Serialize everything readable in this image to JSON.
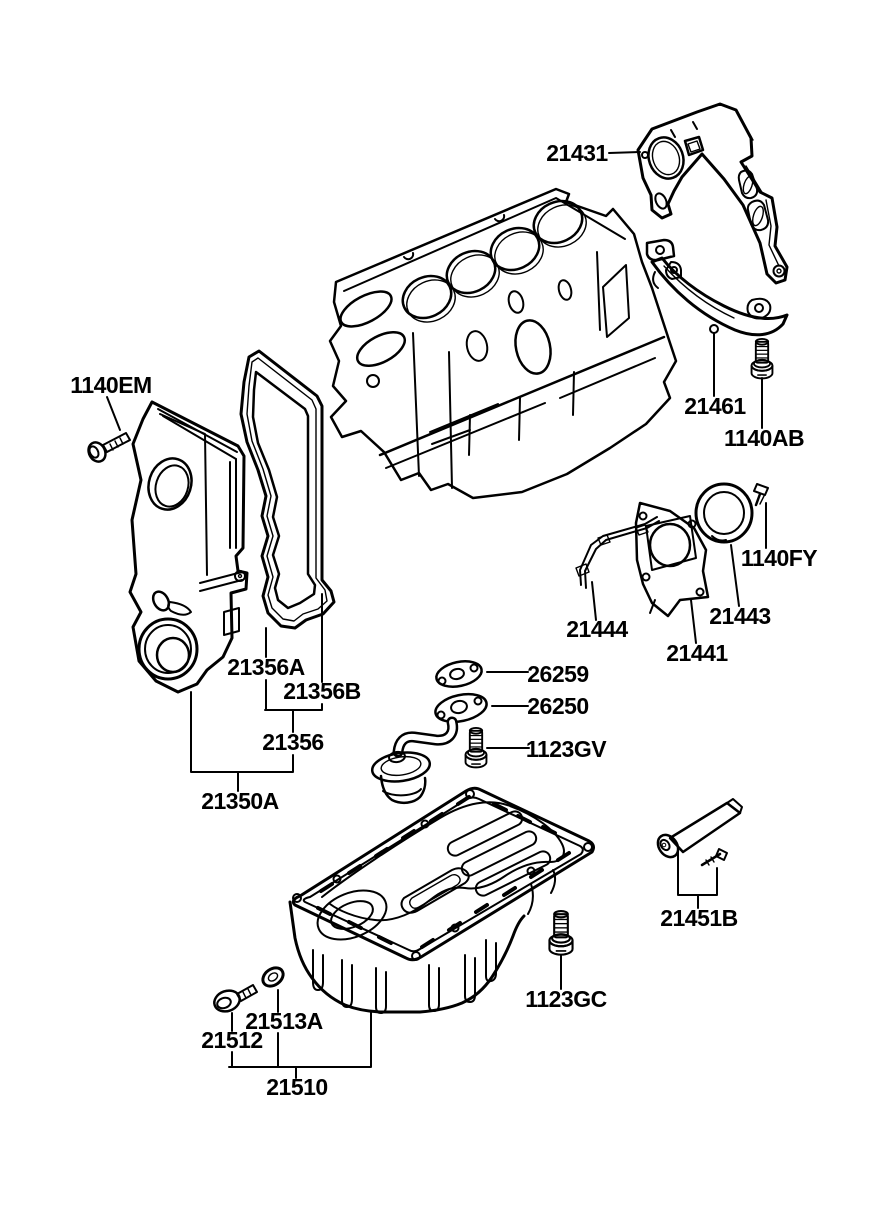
{
  "page": {
    "background_color": "#ffffff",
    "line_color": "#000000",
    "description_visible_text_only": true
  },
  "labels": {
    "b21431": "21431",
    "b1140EM": "1140EM",
    "b21461": "21461",
    "b1140AB": "1140AB",
    "b1140FY": "1140FY",
    "b21444": "21444",
    "b21443": "21443",
    "b21441": "21441",
    "b21356A": "21356A",
    "b21356B": "21356B",
    "b21356": "21356",
    "b26259": "26259",
    "b26250": "26250",
    "b1123GV": "1123GV",
    "b21350A": "21350A",
    "b21451B": "21451B",
    "b1123GC": "1123GC",
    "b21513A": "21513A",
    "b21512": "21512",
    "b21510": "21510"
  }
}
